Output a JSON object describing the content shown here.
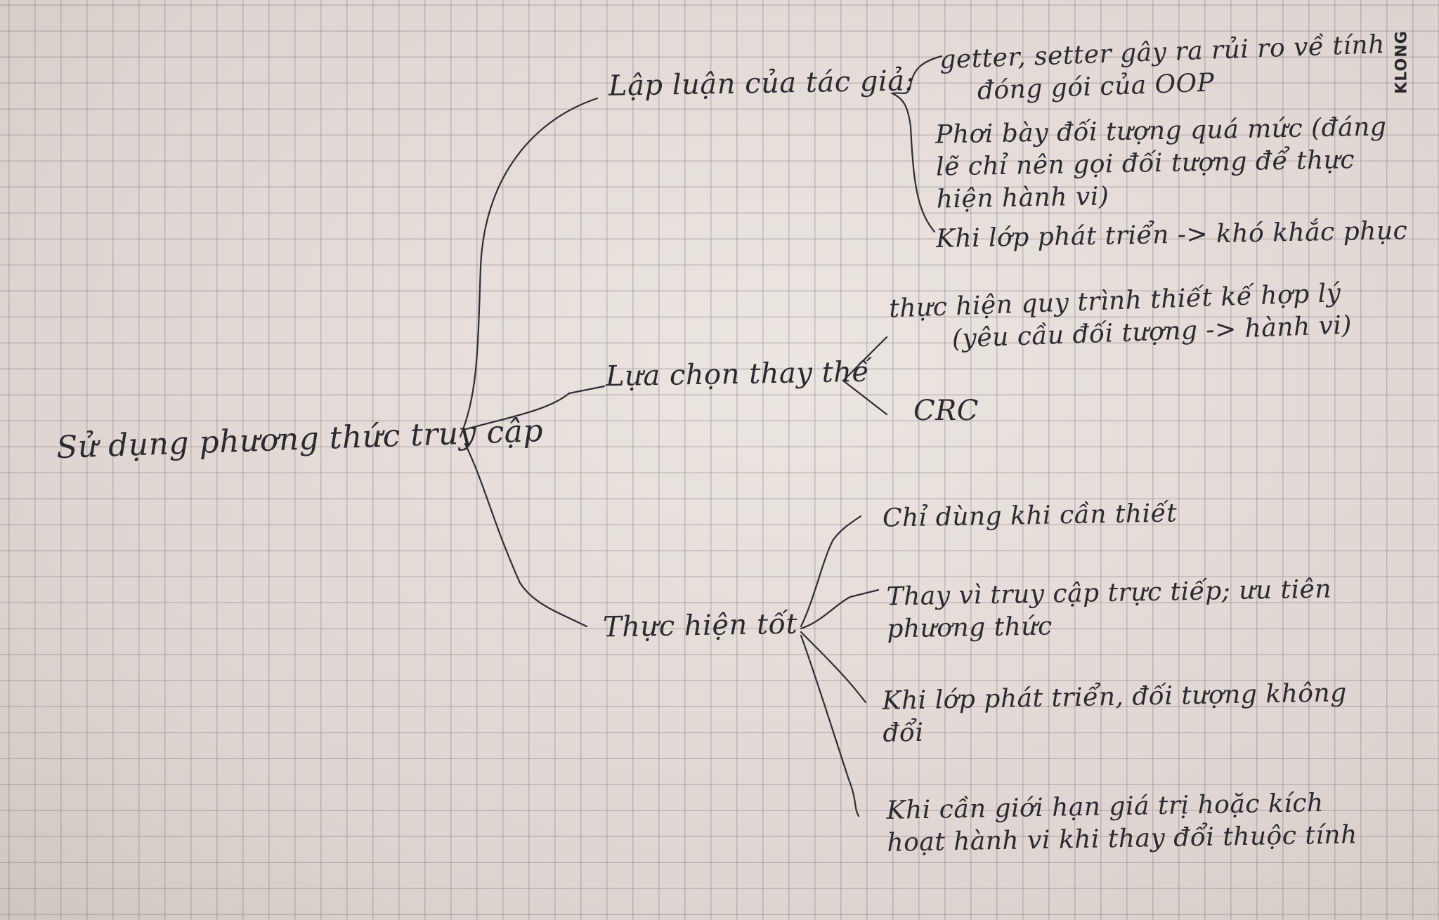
{
  "root": "Sử dụng phương thức truy cập",
  "branches": [
    {
      "label": "Lập luận của tác giả:",
      "items": [
        [
          "getter, setter gây ra rủi ro về tính",
          "đóng gói của OOP"
        ],
        [
          "Phơi bày đối tượng quá mức (đáng",
          "lẽ chỉ nên gọi đối tượng để thực",
          "hiện hành vi)"
        ],
        [
          "Khi lớp phát triển -> khó khắc phục"
        ]
      ]
    },
    {
      "label": "Lựa chọn thay thế",
      "items": [
        [
          "thực hiện quy trình thiết kế hợp lý",
          "(yêu cầu đối tượng -> hành vi)"
        ],
        [
          "CRC"
        ]
      ]
    },
    {
      "label": "Thực hiện tốt",
      "items": [
        [
          "Chỉ dùng khi cần thiết"
        ],
        [
          "Thay vì truy cập trực tiếp; ưu tiên",
          "phương thức"
        ],
        [
          "Khi lớp phát triển, đối tượng không",
          "đổi"
        ],
        [
          "Khi cần giới hạn giá trị hoặc kích",
          "hoạt hành vi khi thay đổi thuộc tính"
        ]
      ]
    }
  ],
  "brand": "KLONG"
}
